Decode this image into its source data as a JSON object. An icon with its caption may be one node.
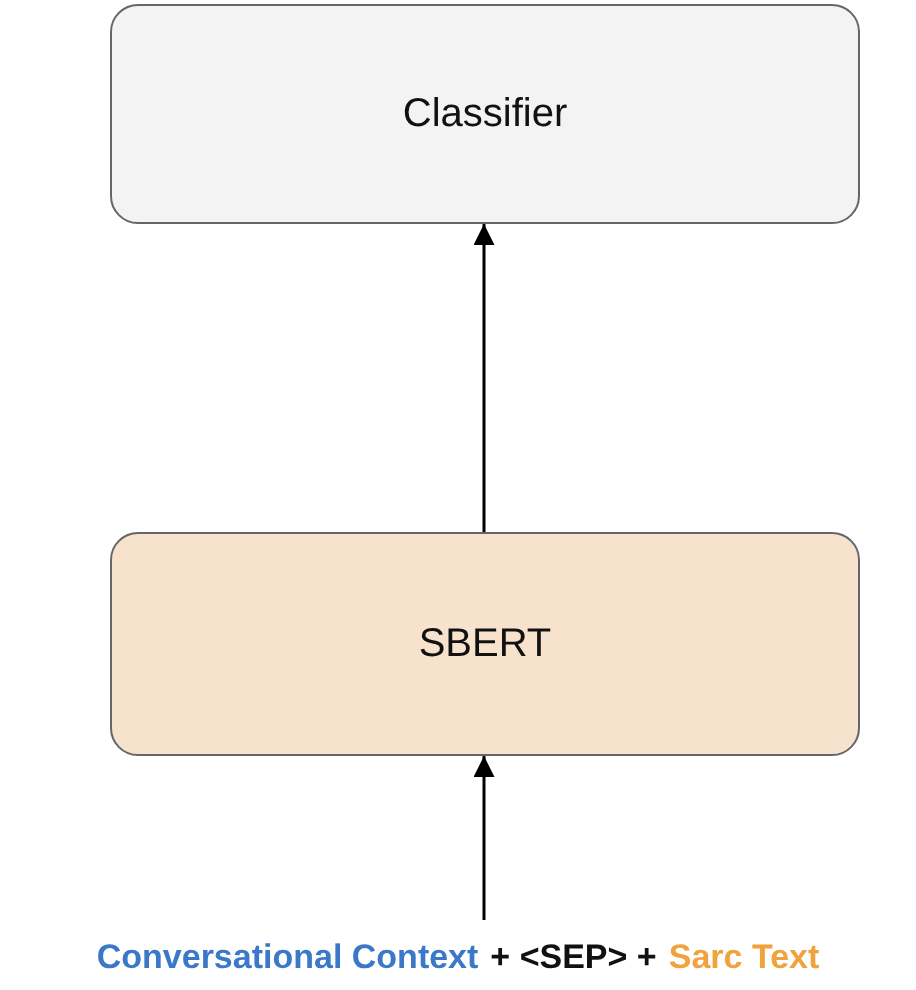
{
  "diagram": {
    "nodes": [
      {
        "text": [
          "Classifier"
        ]
      },
      {
        "text": [
          "SBERT"
        ]
      },
      {
        "text": [
          "Conversational Context",
          "+ <SEP> +",
          "Sarc Text"
        ]
      }
    ],
    "edges": [
      {
        "from": 1,
        "to": 0,
        "arrow": "to"
      },
      {
        "from": 2,
        "to": 1,
        "arrow": "to"
      }
    ]
  }
}
